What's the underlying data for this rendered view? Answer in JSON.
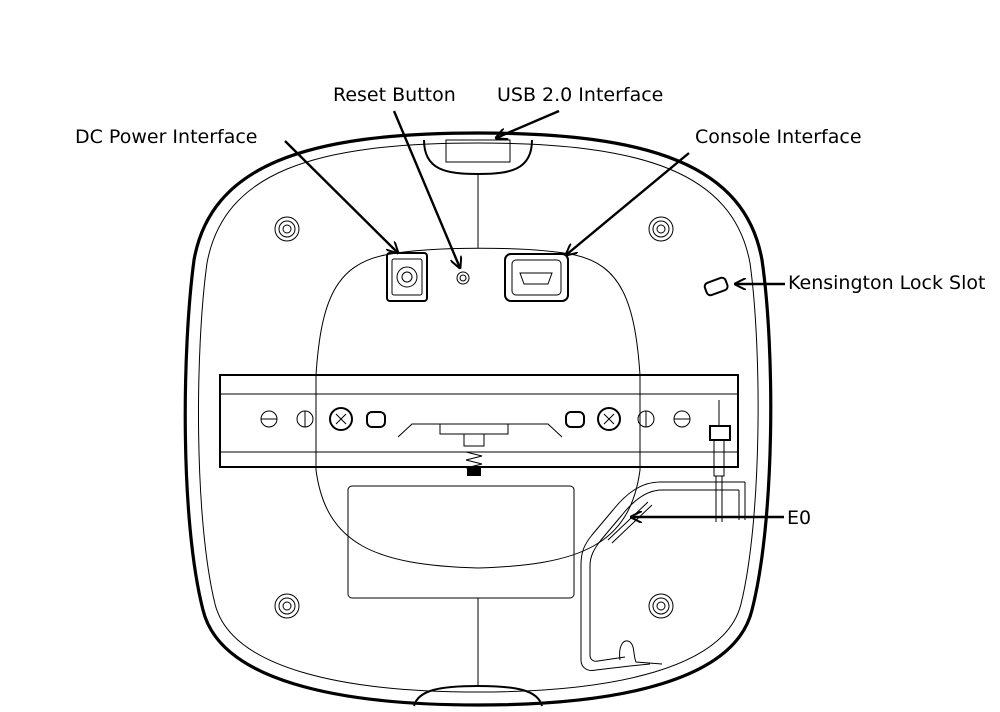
{
  "labels": {
    "dc_power": "DC Power Interface",
    "reset": "Reset Button",
    "usb": "USB 2.0 Interface",
    "console": "Console Interface",
    "kensington": "Kensington Lock Slot",
    "e0": "E0"
  }
}
